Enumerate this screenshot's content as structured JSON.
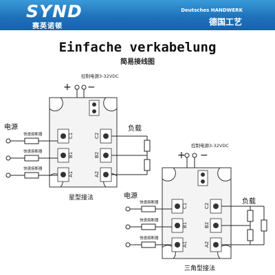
{
  "header": {
    "brand": "SYND",
    "brand_cn": "赛英诺顿",
    "tagline": "Deutsches HANDWERK",
    "tagline_cn": "德国工艺"
  },
  "title": "Einfache verkabelung",
  "subtitle": "简易接线图",
  "diagram_star": {
    "control_power": "控制电源3-32VDC",
    "plus": "+",
    "minus": "−",
    "power_label": "电源",
    "load_label": "负载",
    "fuse_label": "快速熔断器",
    "terminals": [
      "C1",
      "B1",
      "A1",
      "C2",
      "B2",
      "A2"
    ],
    "caption": "星型接法"
  },
  "diagram_delta": {
    "control_power": "控制电源3-32VDC",
    "plus": "+",
    "minus": "−",
    "power_label": "电源",
    "load_label": "负载",
    "fuse_label": "快速熔断器",
    "terminals": [
      "C1",
      "B1",
      "A1",
      "C2",
      "B2",
      "A2"
    ],
    "caption": "三角型接法"
  },
  "colors": {
    "header_blue": "#1d6fb8",
    "line": "#222222",
    "module_fill": "#f4f4f4"
  }
}
